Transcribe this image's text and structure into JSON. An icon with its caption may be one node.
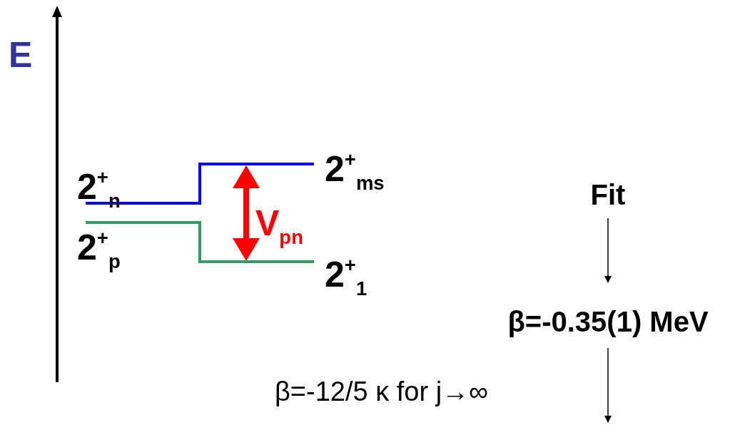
{
  "diagram": {
    "nodes": [
      {
        "text": [
          "Fit"
        ]
      },
      {
        "text": [
          "β=-0.35(1) MeV"
        ]
      }
    ],
    "edges": [
      {
        "from": 0,
        "to": 1,
        "arrow": "to"
      },
      {
        "from": 1,
        "to": null,
        "arrow": "to"
      }
    ],
    "labels": [
      "E",
      "2$^{+}$$_{n}$",
      "2$^{+}$$_{p}$",
      "2$^{+}$$_{ms}$",
      "2$^{+}$$_{1}$",
      "V$_{pn}$",
      "β=-12/5 κ for j→∞"
    ]
  }
}
